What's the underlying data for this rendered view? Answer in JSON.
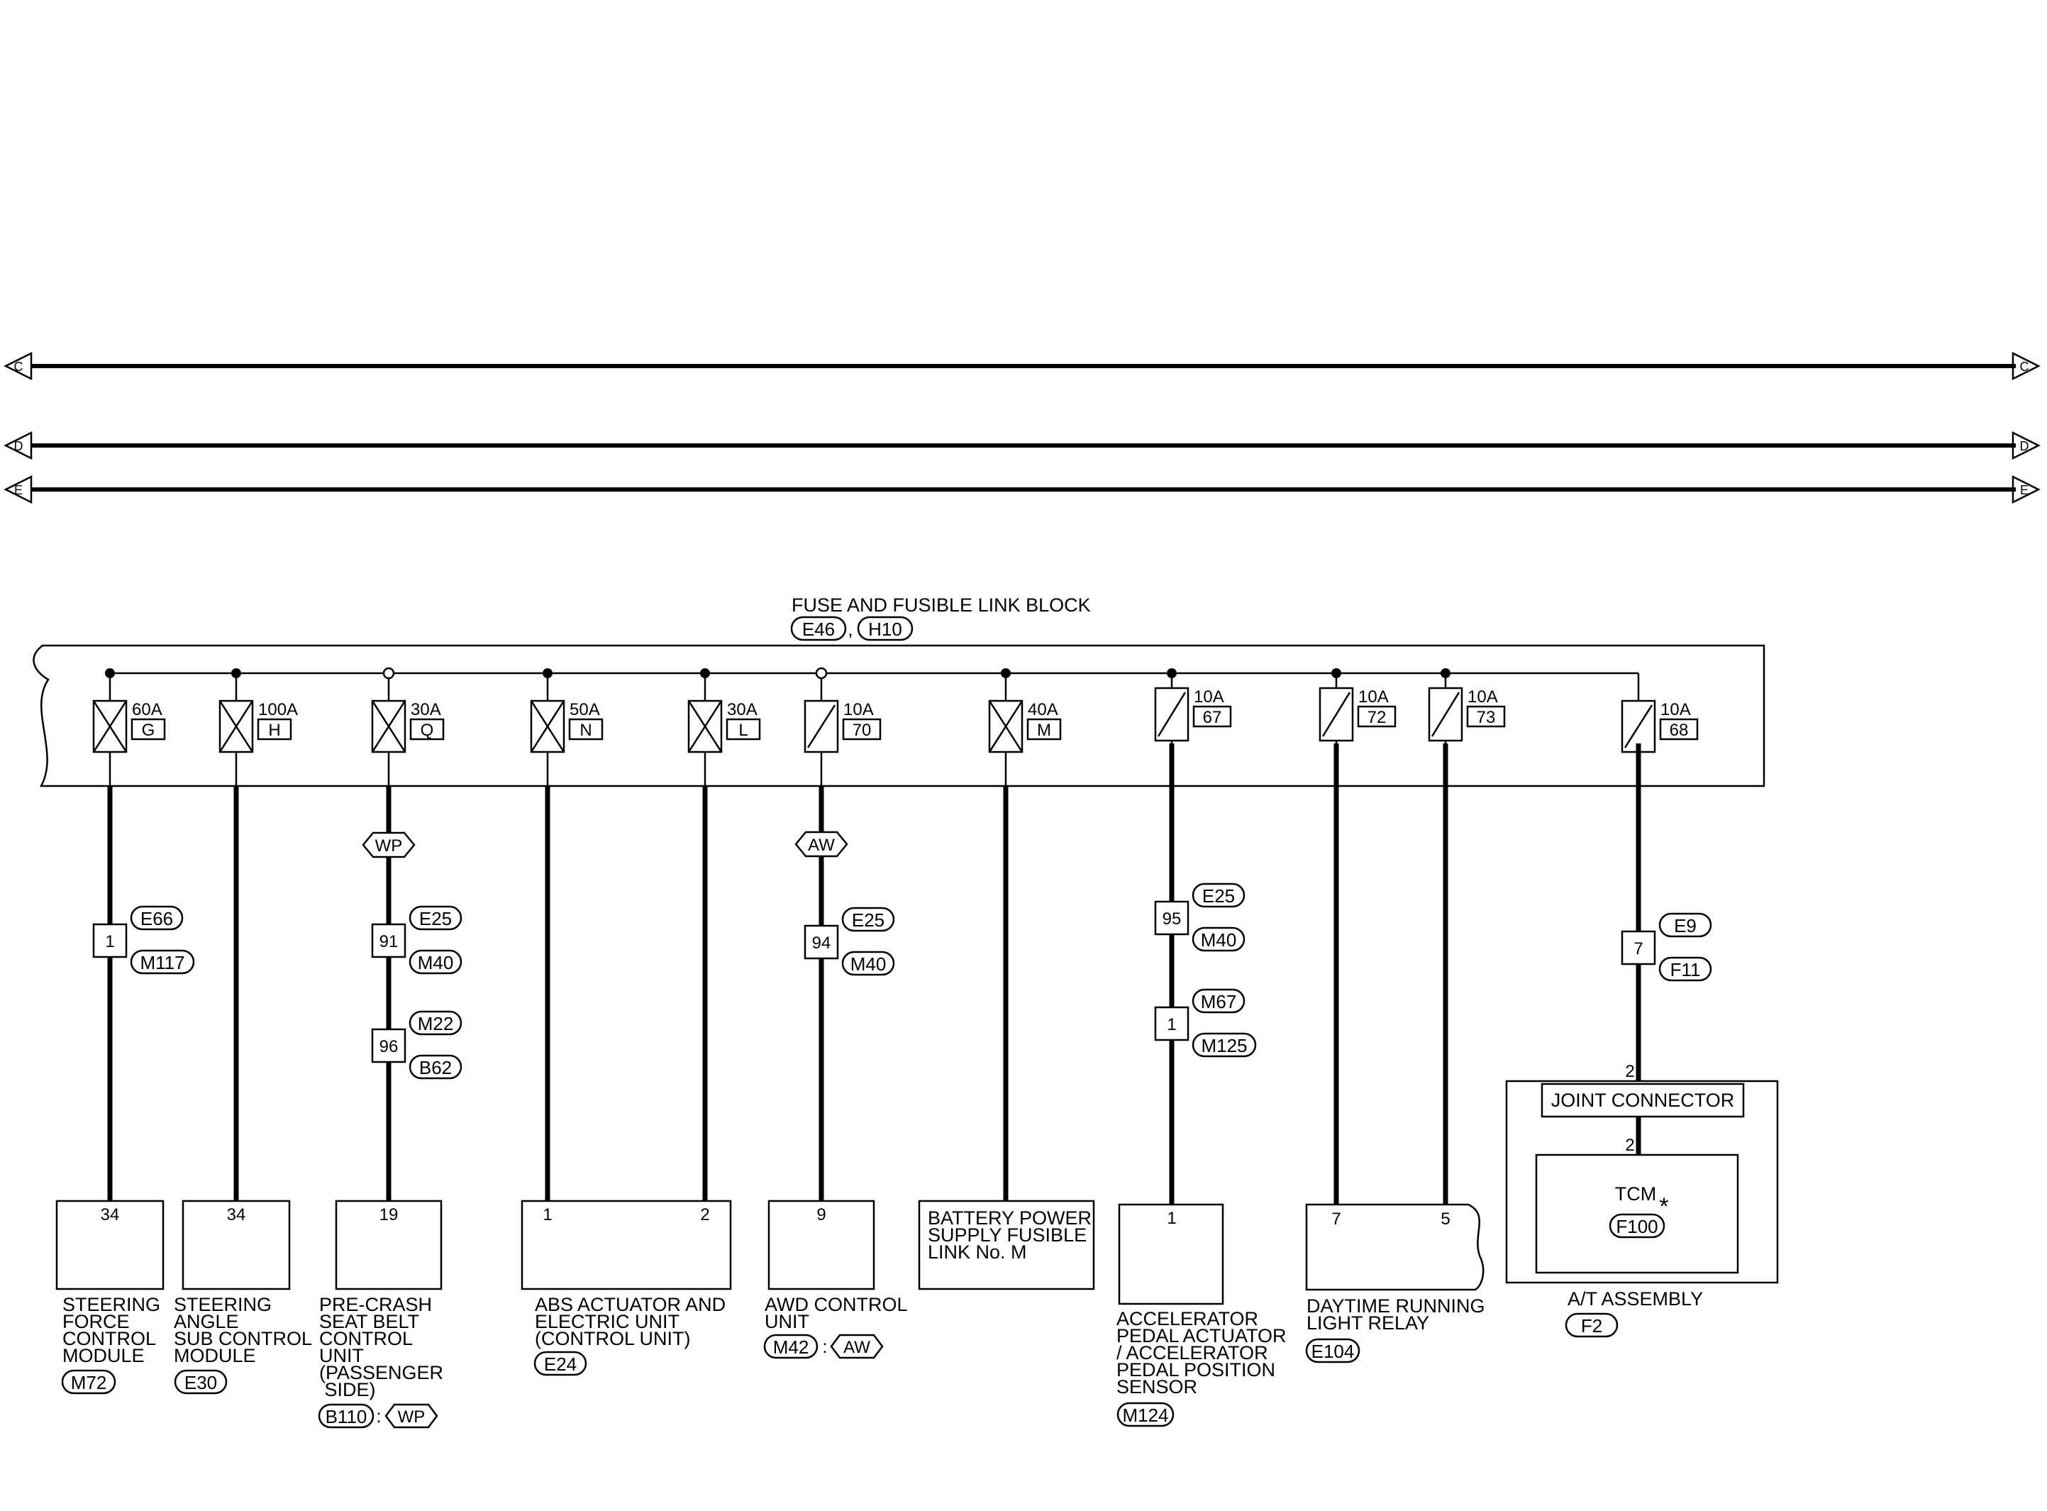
{
  "buses": [
    {
      "letter": "C"
    },
    {
      "letter": "D"
    },
    {
      "letter": "E"
    }
  ],
  "fuse_block": {
    "title": "FUSE AND FUSIBLE LINK BLOCK",
    "connectors": [
      "E46",
      "H10"
    ],
    "separator": ","
  },
  "fuses": [
    {
      "rating": "60A",
      "id": "G"
    },
    {
      "rating": "100A",
      "id": "H"
    },
    {
      "rating": "30A",
      "id": "Q"
    },
    {
      "rating": "50A",
      "id": "N"
    },
    {
      "rating": "30A",
      "id": "L"
    },
    {
      "rating": "10A",
      "id": "70"
    },
    {
      "rating": "40A",
      "id": "M"
    },
    {
      "rating": "10A",
      "id": "67"
    },
    {
      "rating": "10A",
      "id": "72"
    },
    {
      "rating": "10A",
      "id": "73"
    },
    {
      "rating": "10A",
      "id": "68"
    }
  ],
  "options": {
    "wp": "WP",
    "aw": "AW"
  },
  "connectors": {
    "c1": {
      "pin": "1",
      "top": "E66",
      "bottom": "M117"
    },
    "c2": {
      "pin": "91",
      "top": "E25",
      "bottom": "M40"
    },
    "c3": {
      "pin": "96",
      "top": "M22",
      "bottom": "B62"
    },
    "c4": {
      "pin": "94",
      "top": "E25",
      "bottom": "M40"
    },
    "c5": {
      "pin": "95",
      "top": "E25",
      "bottom": "M40"
    },
    "c6": {
      "pin": "1",
      "top": "M67",
      "bottom": "M125"
    },
    "c7": {
      "pin": "7",
      "top": "E9",
      "bottom": "F11"
    }
  },
  "components": {
    "sfcm": {
      "pin": "34",
      "lines": [
        "STEERING",
        "FORCE",
        "CONTROL",
        "MODULE"
      ],
      "connector": "M72"
    },
    "sasc": {
      "pin": "34",
      "lines": [
        "STEERING",
        "ANGLE",
        "SUB CONTROL",
        "MODULE"
      ],
      "connector": "E30"
    },
    "pcsb": {
      "pin": "19",
      "lines": [
        "PRE-CRASH",
        "SEAT BELT",
        "CONTROL",
        "UNIT",
        "(PASSENGER",
        " SIDE)"
      ],
      "connector": "B110",
      "colon": ":",
      "option": "WP"
    },
    "abs": {
      "pin1": "1",
      "pin2": "2",
      "lines": [
        "ABS ACTUATOR AND",
        "ELECTRIC UNIT",
        "(CONTROL UNIT)"
      ],
      "connector": "E24"
    },
    "awd": {
      "pin": "9",
      "lines": [
        "AWD CONTROL",
        "UNIT"
      ],
      "connector": "M42",
      "colon": ":",
      "option": "AW"
    },
    "bat": {
      "lines": [
        "BATTERY POWER",
        "SUPPLY FUSIBLE",
        "LINK No. M"
      ]
    },
    "apa": {
      "pin": "1",
      "lines": [
        "ACCELERATOR",
        "PEDAL ACTUATOR",
        "/ ACCELERATOR",
        "PEDAL POSITION",
        "SENSOR"
      ],
      "connector": "M124"
    },
    "drl": {
      "pin1": "7",
      "pin2": "5",
      "lines": [
        "DAYTIME RUNNING",
        "LIGHT RELAY"
      ],
      "connector": "E104"
    },
    "at": {
      "pin_top": "2",
      "pin_tcm": "2",
      "joint": "JOINT CONNECTOR",
      "tcm": "TCM",
      "asterisk": "*",
      "tcm_connector": "F100",
      "label": "A/T ASSEMBLY",
      "connector": "F2"
    }
  }
}
